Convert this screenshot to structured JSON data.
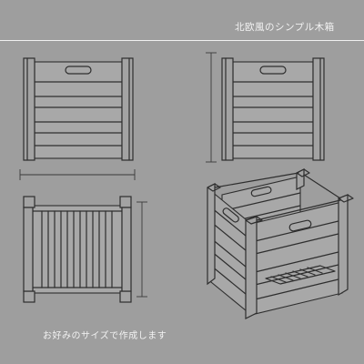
{
  "header": {
    "title": "北欧風のシンプル木箱"
  },
  "footer": {
    "subtitle": "お好みのサイズで作成します"
  },
  "colors": {
    "background": "#9e9e9e",
    "line": "#2e2e2e",
    "text": "#f2f2f2"
  },
  "views": [
    {
      "id": "front-view"
    },
    {
      "id": "side-view"
    },
    {
      "id": "bottom-view"
    },
    {
      "id": "isometric-view"
    }
  ]
}
